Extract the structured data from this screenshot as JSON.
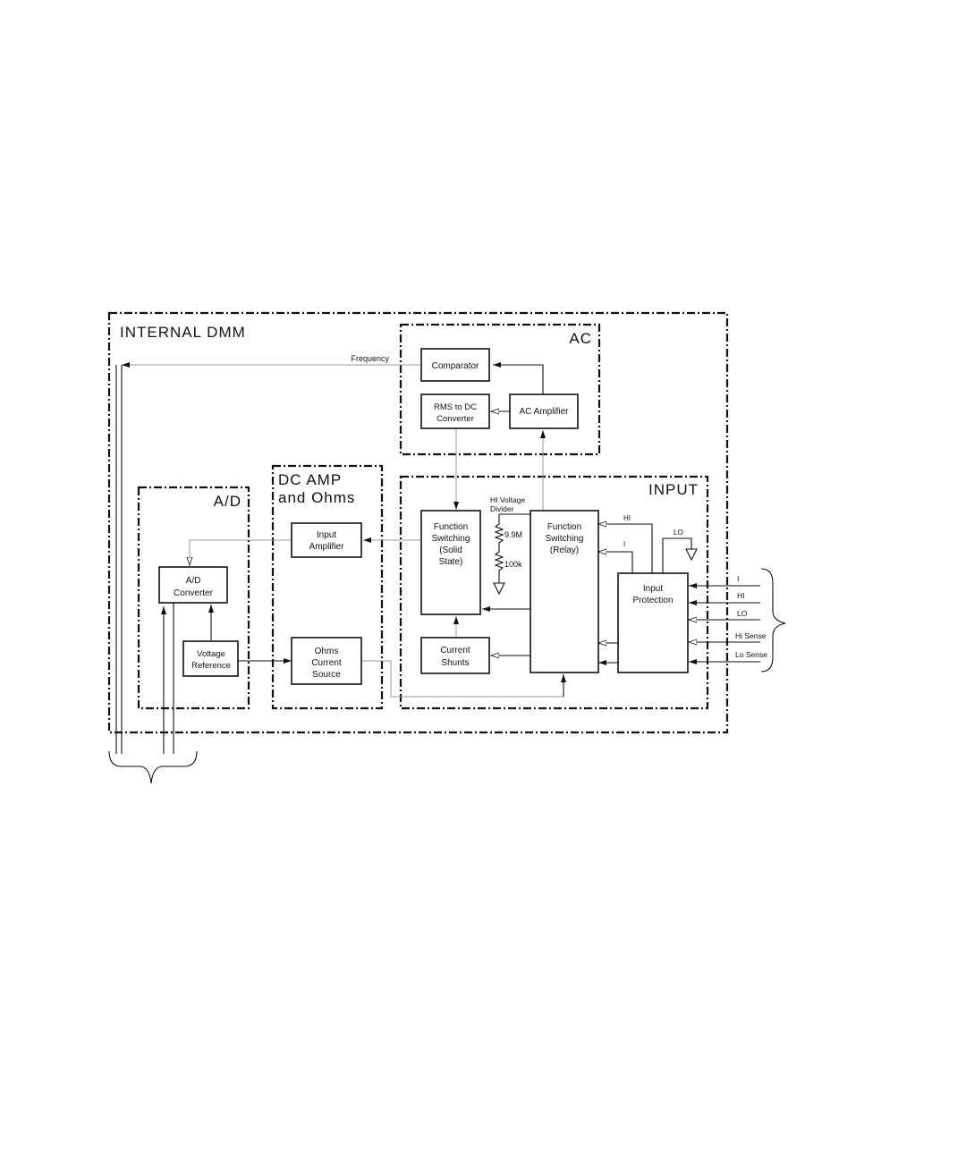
{
  "sections": {
    "internal_dmm": "INTERNAL DMM",
    "ac": "AC",
    "ad": "A/D",
    "dc_amp_line1": "DC AMP",
    "dc_amp_line2": "and Ohms",
    "input": "INPUT"
  },
  "blocks": {
    "comparator": [
      "Comparator"
    ],
    "rms_to_dc": [
      "RMS to DC",
      "Converter"
    ],
    "ac_amplifier": [
      "AC Amplifier"
    ],
    "input_amplifier": [
      "Input",
      "Amplifier"
    ],
    "ad_converter": [
      "A/D",
      "Converter"
    ],
    "voltage_reference": [
      "Voltage",
      "Reference"
    ],
    "ohms_current_source": [
      "Ohms",
      "Current",
      "Source"
    ],
    "function_switching_solid_state": [
      "Function",
      "Switching",
      "(Solid",
      "State)"
    ],
    "current_shunts": [
      "Current",
      "Shunts"
    ],
    "function_switching_relay": [
      "Function",
      "Switching",
      "(Relay)"
    ],
    "input_protection": [
      "Input",
      "Protection"
    ]
  },
  "labels": {
    "frequency": "Frequency",
    "hi_voltage_divider": [
      "HI Voltage",
      "Divider"
    ],
    "r_9_9m": "9.9M",
    "r_100k": "100k",
    "relay_hi": "HI",
    "relay_i": "I",
    "lo": "LO"
  },
  "terminals": [
    "I",
    "HI",
    "LO",
    "Hi Sense",
    "Lo Sense"
  ]
}
